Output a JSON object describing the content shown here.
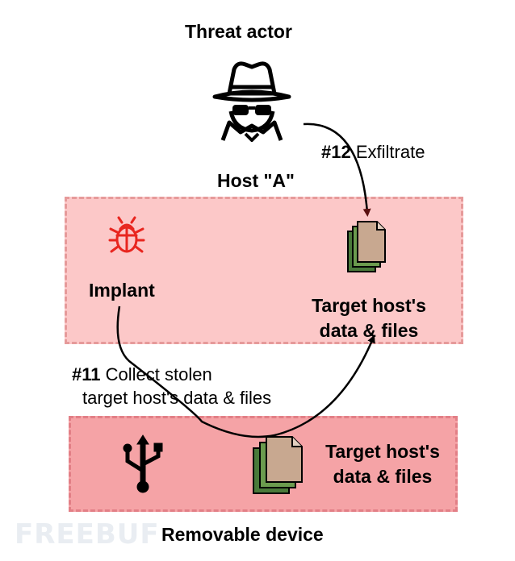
{
  "threat_actor": {
    "label": "Threat actor",
    "icon": "spy-icon"
  },
  "host_a": {
    "label": "Host \"A\"",
    "implant_label": "Implant",
    "implant_icon": "bug-icon",
    "target_label_line1": "Target host's",
    "target_label_line2": "data & files",
    "files_icon": "documents-icon"
  },
  "removable_device": {
    "label": "Removable device",
    "usb_icon": "usb-icon",
    "target_label_line1": "Target host's",
    "target_label_line2": "data & files",
    "files_icon": "documents-icon"
  },
  "step_12": {
    "number": "#12",
    "text": "Exfiltrate"
  },
  "step_11": {
    "number": "#11",
    "text_line1": "Collect stolen",
    "text_line2": "target host's data & files"
  },
  "watermark": "FREEBUF",
  "colors": {
    "host_box": "#fcc8c8",
    "usb_box": "#f5a3a6",
    "bug": "#e8261f",
    "doc_green": "#4a7a3a",
    "doc_tan": "#c8a890"
  }
}
